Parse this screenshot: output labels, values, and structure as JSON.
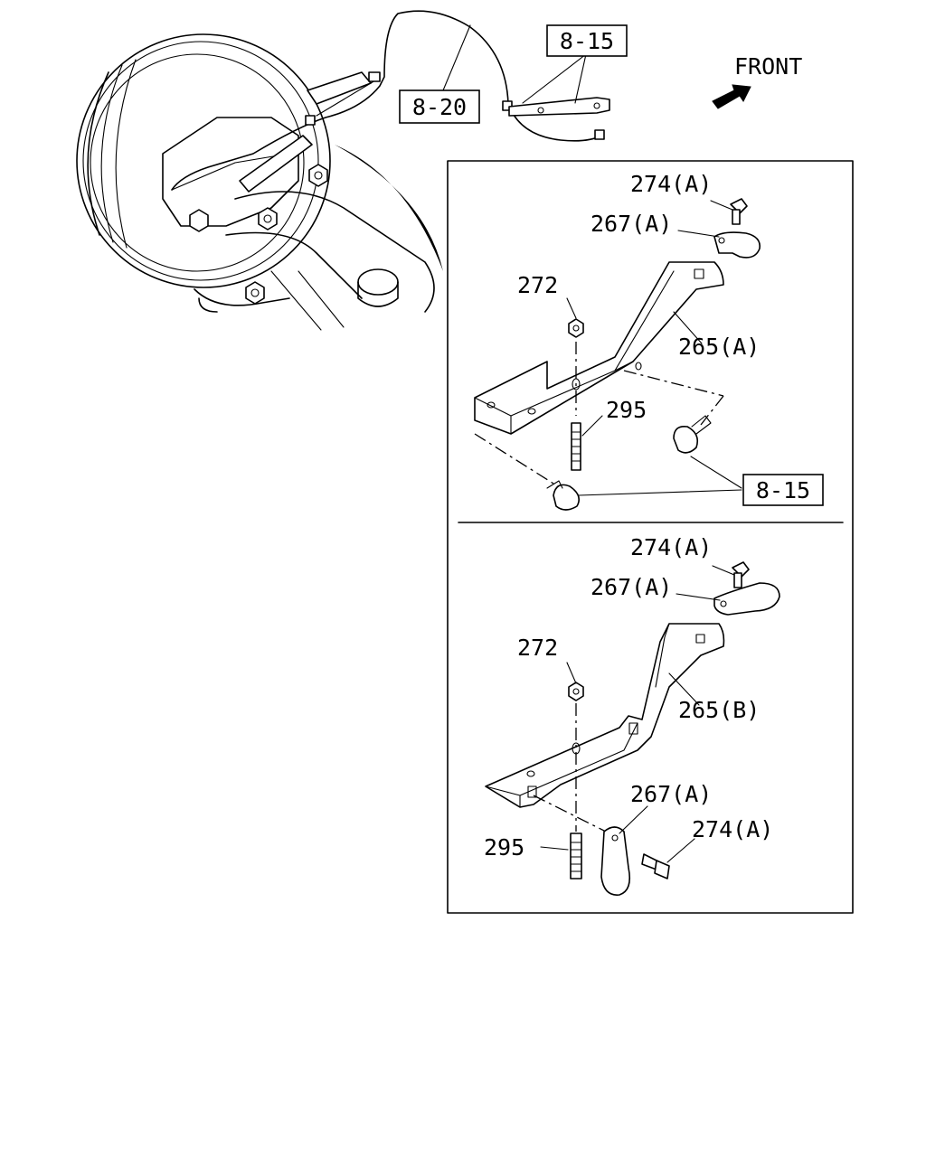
{
  "direction_label": "FRONT",
  "references": {
    "top_harness": "8-20",
    "top_bracket": "8-15",
    "panel_a_clip": "8-15"
  },
  "panel_a": {
    "bolt": "274(A)",
    "clip": "267(A)",
    "nut": "272",
    "bracket": "265(A)",
    "stud": "295"
  },
  "panel_b": {
    "bolt_top": "274(A)",
    "clip_top": "267(A)",
    "nut": "272",
    "bracket": "265(B)",
    "clip_bottom": "267(A)",
    "bolt_bottom": "274(A)",
    "stud": "295"
  }
}
